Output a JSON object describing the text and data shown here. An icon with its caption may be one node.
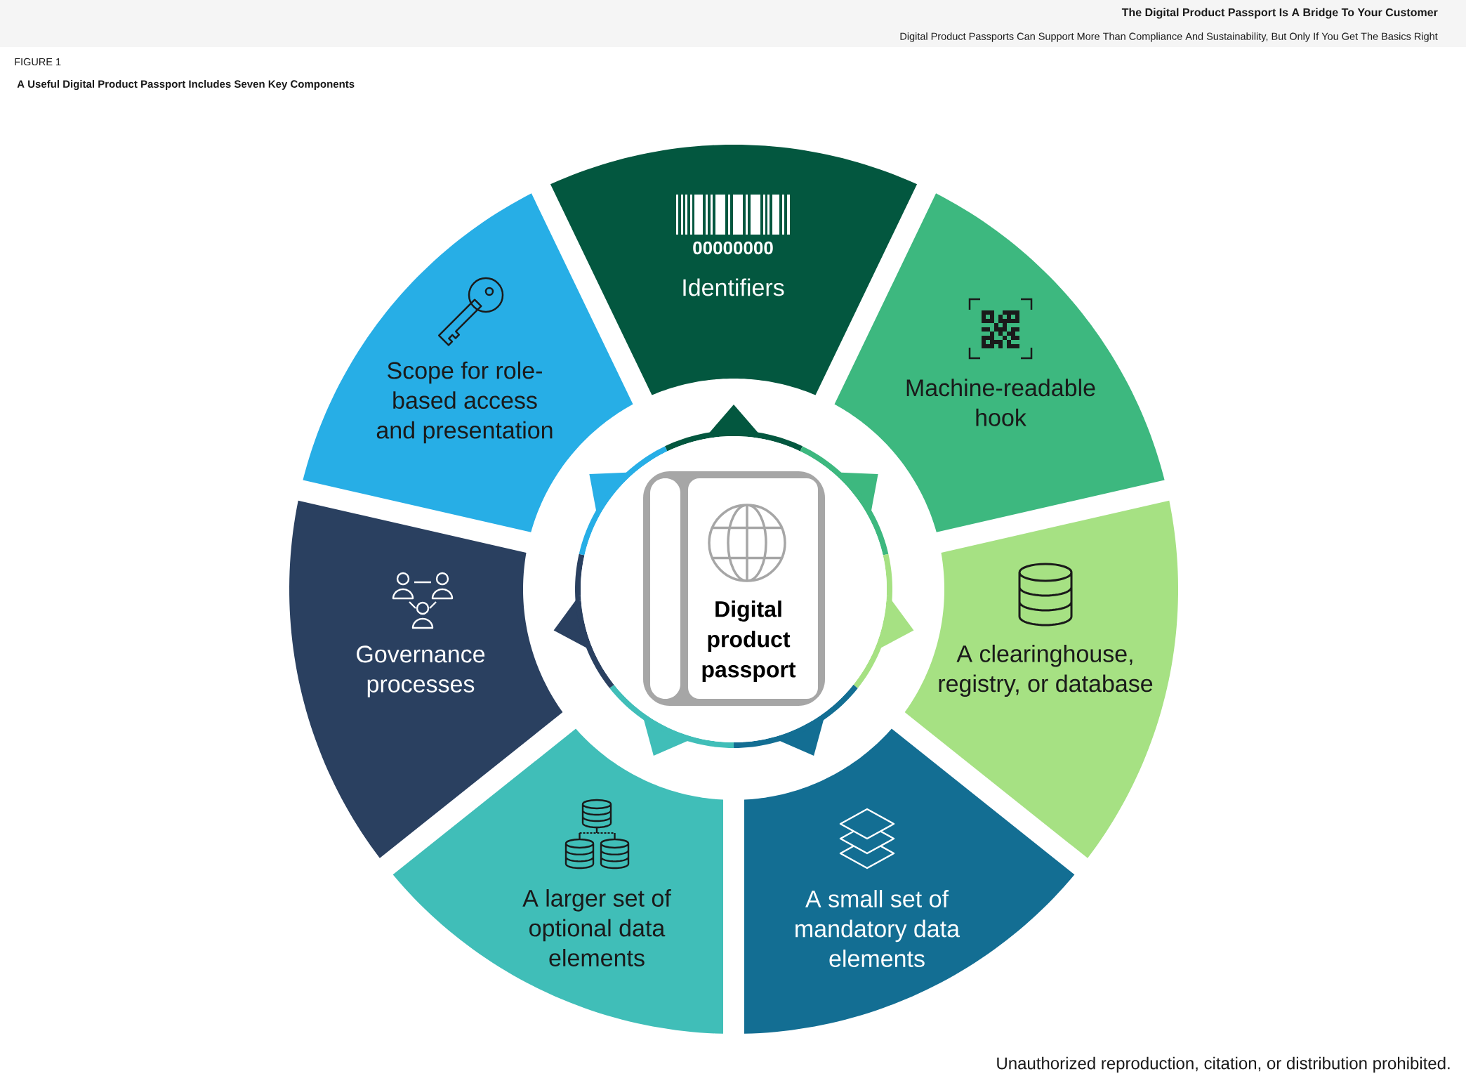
{
  "diagram": {
    "title": "A Useful Digital Product Passport Includes Seven Key Components",
    "nodes": [
      {
        "text": [
          "00000000",
          "Identifiers"
        ]
      },
      {
        "text": [
          "Machine-readable hook"
        ]
      },
      {
        "text": [
          "A clearinghouse, registry, or database"
        ]
      },
      {
        "text": [
          "A small set of mandatory data elements"
        ]
      },
      {
        "text": [
          "A larger set of optional data elements"
        ]
      },
      {
        "text": [
          "Governance processes"
        ]
      },
      {
        "text": [
          "Scope for role-based access and presentation"
        ]
      },
      {
        "text": [
          "Digital product passport"
        ]
      }
    ],
    "labels": [
      "The Digital Product Passport Is A Bridge To Your Customer",
      "Digital Product Passports Can Support More Than Compliance And Sustainability, But Only If You Get The Basics Right",
      "FIGURE 1",
      "Unauthorized reproduction, citation, or distribution prohibited."
    ]
  }
}
